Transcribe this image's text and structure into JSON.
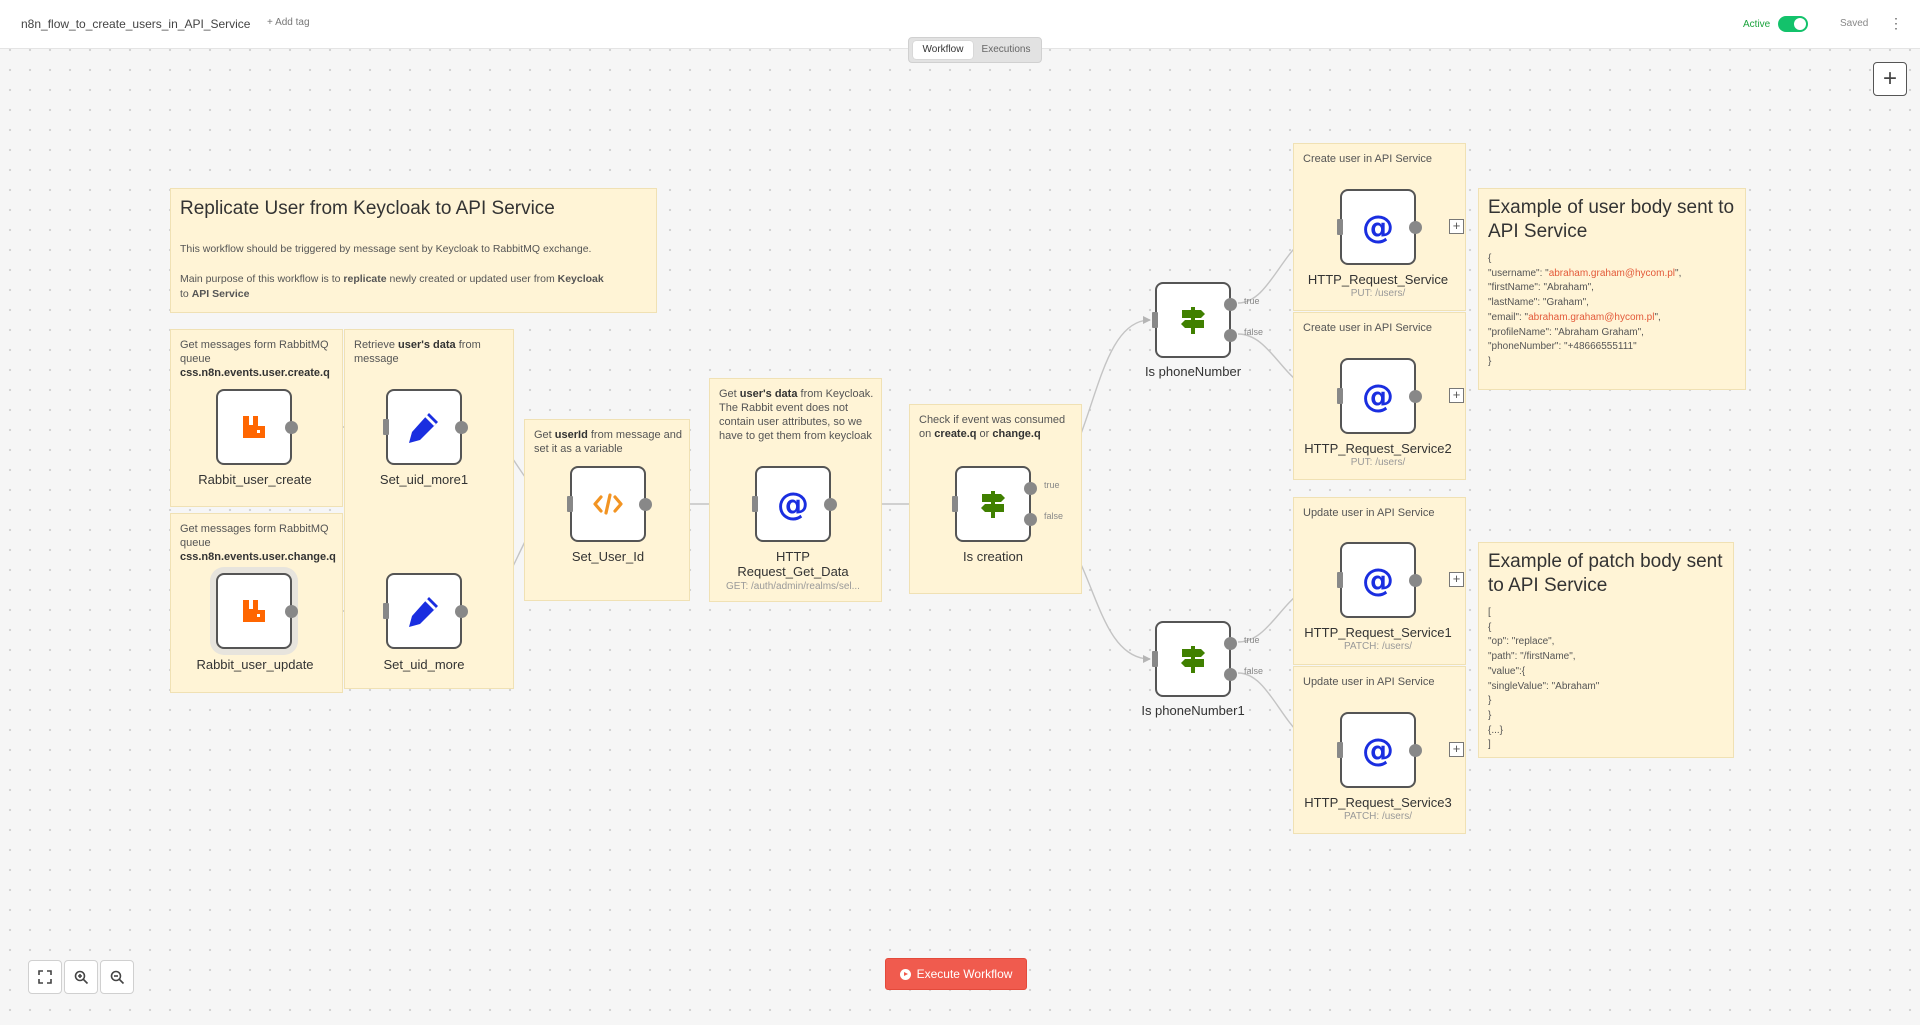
{
  "header": {
    "workflow_name": "n8n_flow_to_create_users_in_API_Service",
    "add_tag": "+ Add tag",
    "active_label": "Active",
    "saved_label": "Saved"
  },
  "tabs": {
    "workflow": "Workflow",
    "executions": "Executions"
  },
  "actions": {
    "execute": "Execute Workflow"
  },
  "notes": {
    "replicate": {
      "title": "Replicate User from Keycloak to API Service",
      "line1": "This workflow should be triggered by message sent by Keycloak to RabbitMQ exchange.",
      "line2a": "Main purpose of this workflow is to ",
      "line2b": "replicate",
      "line2c": " newly created or updated user from ",
      "line2d": "Keycloak",
      "line2e": "to ",
      "line2f": "API Service"
    },
    "rabbit_create": {
      "text": "Get messages form RabbitMQ queue",
      "queue": "css.n8n.events.user.create.q"
    },
    "rabbit_change": {
      "text": "Get messages form RabbitMQ queue",
      "queue": "css.n8n.events.user.change.q"
    },
    "retrieve": {
      "a": "Retrieve ",
      "b": "user's data",
      "c": " from message"
    },
    "get_userid": {
      "a": "Get ",
      "b": "userId",
      "c": " from message and set it as a variable"
    },
    "get_userdata": {
      "a": "Get ",
      "b": "user's data",
      "c": " from Keycloak. The Rabbit event does not contain user attributes, so we have to get them from keycloak"
    },
    "check_event": {
      "a": "Check if event was consumed on ",
      "b": "create.q",
      "c": " or ",
      "d": "change.q"
    },
    "create1": "Create user in API Service",
    "create2": "Create user in API Service",
    "update1": "Update user in API Service",
    "update2": "Update user in API Service",
    "user_body": {
      "title": "Example of user body sent to API Service",
      "l1": "{",
      "l2a": "\"username\": \"",
      "l2b": "abraham.graham@hycom.pl",
      "l2c": "\",",
      "l3": "\"firstName\": \"Abraham\",",
      "l4": "\"lastName\": \"Graham\",",
      "l5a": "\"email\": \"",
      "l5b": "abraham.graham@hycom.pl",
      "l5c": "\",",
      "l6": "\"profileName\": \"Abraham Graham\",",
      "l7": "\"phoneNumber\": \"+48666555111\"",
      "l8": "}"
    },
    "patch_body": {
      "title": "Example of patch body sent to API Service",
      "l1": "[",
      "l2": "{",
      "l3": "\"op\": \"replace\",",
      "l4": "\"path\": \"/firstName\",",
      "l5": "\"value\":{",
      "l6": "\"singleValue\": \"Abraham\"",
      "l7": "}",
      "l8": "}",
      "l9": "{...}",
      "l10": "]"
    }
  },
  "nodes": {
    "rabbit_create": {
      "name": "Rabbit_user_create",
      "icon": "rabbitmq-icon"
    },
    "rabbit_update": {
      "name": "Rabbit_user_update",
      "icon": "rabbitmq-icon"
    },
    "set_uid_more1": {
      "name": "Set_uid_more1",
      "icon": "pencil-icon"
    },
    "set_uid_more": {
      "name": "Set_uid_more",
      "icon": "pencil-icon"
    },
    "set_user_id": {
      "name": "Set_User_Id",
      "icon": "code-icon"
    },
    "http_get": {
      "name_l1": "HTTP",
      "name_l2": "Request_Get_Data",
      "sub": "GET: /auth/admin/realms/sel...",
      "icon": "at-icon"
    },
    "is_creation": {
      "name": "Is creation",
      "icon": "signpost-icon",
      "true_label": "true",
      "false_label": "false"
    },
    "is_phone": {
      "name": "Is phoneNumber",
      "icon": "signpost-icon",
      "true_label": "true",
      "false_label": "false"
    },
    "is_phone1": {
      "name": "Is phoneNumber1",
      "icon": "signpost-icon",
      "true_label": "true",
      "false_label": "false"
    },
    "http_service": {
      "name": "HTTP_Request_Service",
      "sub": "PUT: /users/",
      "icon": "at-icon"
    },
    "http_service2": {
      "name": "HTTP_Request_Service2",
      "sub": "PUT: /users/",
      "icon": "at-icon"
    },
    "http_service1": {
      "name": "HTTP_Request_Service1",
      "sub": "PATCH: /users/",
      "icon": "at-icon"
    },
    "http_service3": {
      "name": "HTTP_Request_Service3",
      "sub": "PATCH: /users/",
      "icon": "at-icon"
    }
  },
  "colors": {
    "canvas": "#f6f6f6",
    "sticky": "#fff4d6",
    "rabbit": "#ff6600",
    "set_node": "#1a2ee0",
    "code": "#f29423",
    "http": "#1a2ee0",
    "if_node": "#408000",
    "execute": "#f05b4e",
    "active": "#13c26b"
  }
}
